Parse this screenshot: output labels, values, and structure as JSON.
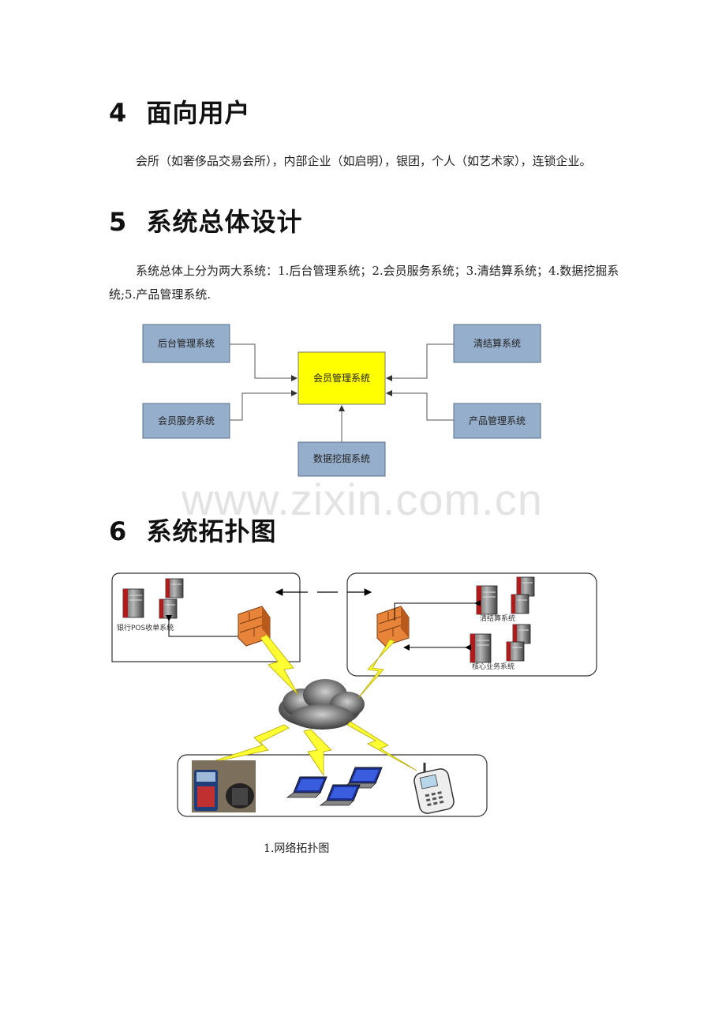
{
  "sections": [
    {
      "number": "4",
      "title": "面向用户",
      "body": "会所（如奢侈品交易会所），内部企业（如启明），银团，个人（如艺术家），连锁企业。"
    },
    {
      "number": "5",
      "title": "系统总体设计",
      "body": "系统总体上分为两大系统：1.后台管理系统；2.会员服务系统；3.清结算系统；4.数据挖掘系统;5.产品管理系统."
    },
    {
      "number": "6",
      "title": "系统拓扑图"
    }
  ],
  "diagram": {
    "center": "会员管理系统",
    "nodes": [
      "后台管理系统",
      "会员服务系统",
      "清结算系统",
      "产品管理系统",
      "数据挖掘系统"
    ],
    "colors": {
      "center_fill": "#ffff00",
      "node_fill": "#95aecb",
      "node_stroke": "#5a6f8a"
    }
  },
  "topology": {
    "label_pos": "银行POS收单系统",
    "label_clearing": "清结算系统",
    "label_core": "核心业务系统"
  },
  "watermark": "www.zixin.com.cn",
  "caption": "1.网络拓扑图"
}
